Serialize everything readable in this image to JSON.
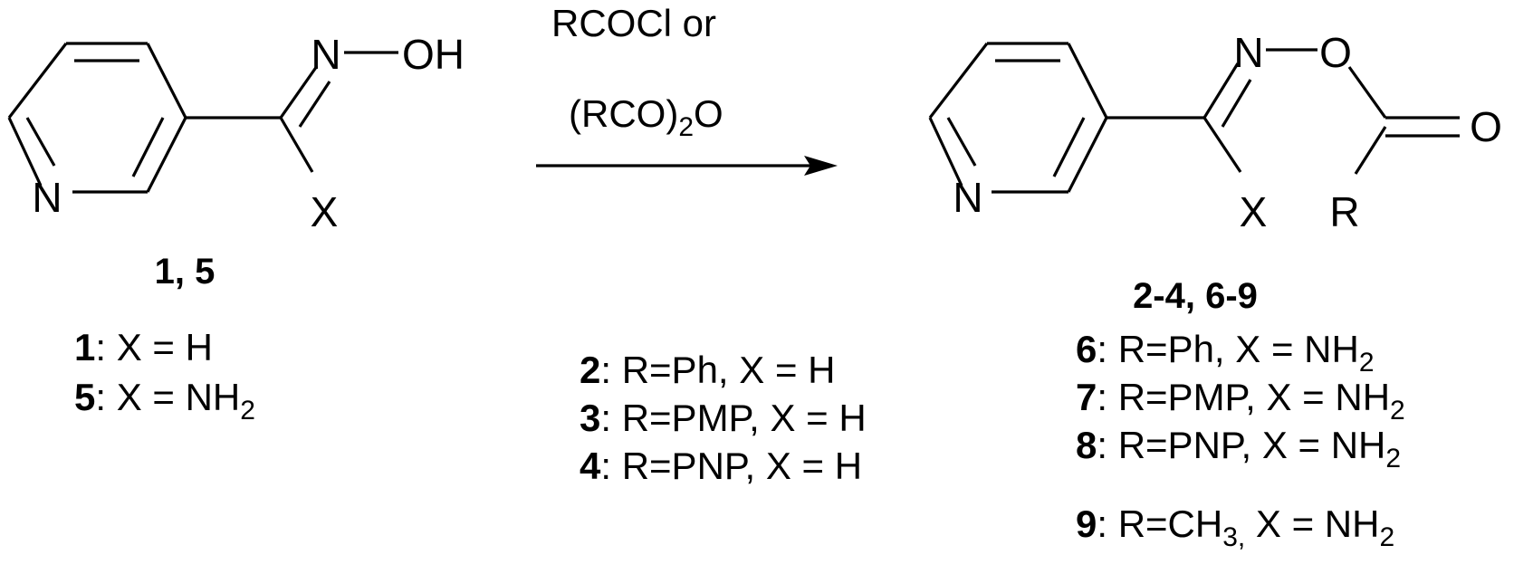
{
  "reagents": {
    "line1": "RCOCl or",
    "line2_open": "(RCO)",
    "line2_sub": "2",
    "line2_close": "O"
  },
  "starting_material": {
    "atoms": {
      "n_ring": "N",
      "n_oxime": "N",
      "oh": "OH",
      "x": "X"
    },
    "label": "1, 5",
    "key": [
      {
        "num": "1",
        "text": ": X = H",
        "sub": ""
      },
      {
        "num": "5",
        "text": ": X = NH",
        "sub": "2"
      }
    ]
  },
  "product": {
    "atoms": {
      "n_ring": "N",
      "n_oxime": "N",
      "o_ester": "O",
      "o_carbonyl": "O",
      "x": "X",
      "r": "R"
    },
    "label": "2-4, 6-9",
    "key_left": [
      {
        "num": "2",
        "text": ": R=Ph, X = H"
      },
      {
        "num": "3",
        "text": ": R=PMP, X = H"
      },
      {
        "num": "4",
        "text": ": R=PNP, X = H"
      }
    ],
    "key_right": [
      {
        "num": "6",
        "pre": ": R=Ph, X = NH",
        "pre_sub": "",
        "post": "",
        "sub": "2"
      },
      {
        "num": "7",
        "pre": ": R=PMP, X = NH",
        "pre_sub": "",
        "post": "",
        "sub": "2"
      },
      {
        "num": "8",
        "pre": ": R=PNP, X = NH",
        "pre_sub": "",
        "post": "",
        "sub": "2"
      },
      {
        "num": "9",
        "pre": ": R=CH",
        "pre_sub": "3,",
        "post": " X = NH",
        "sub": "2"
      }
    ]
  }
}
